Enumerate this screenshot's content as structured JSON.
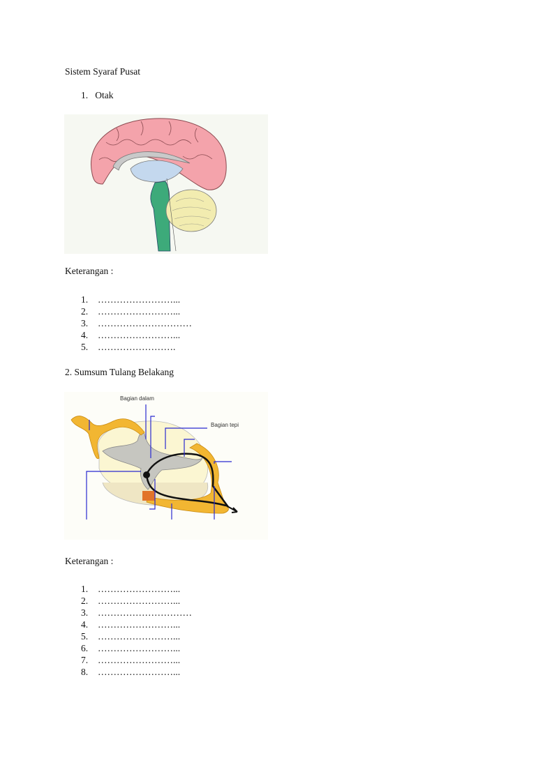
{
  "heading": "Sistem  Syaraf  Pusat",
  "section1": {
    "number": "1.",
    "title": "Otak"
  },
  "keterangan1": {
    "label": "Keterangan  :",
    "items": [
      {
        "num": "1.",
        "text": "……………………..."
      },
      {
        "num": "2.",
        "text": "……………………..."
      },
      {
        "num": "3.",
        "text": "…………………………"
      },
      {
        "num": "4.",
        "text": "……………………..."
      },
      {
        "num": "5.",
        "text": "……………………."
      }
    ]
  },
  "section2": {
    "title": "2. Sumsum  Tulang  Belakang"
  },
  "spinal_diagram": {
    "label_inner": "Bagian dalam",
    "label_outer": "Bagian tepi"
  },
  "keterangan2": {
    "label": "Keterangan  :",
    "items": [
      {
        "num": "1.",
        "text": "……………………..."
      },
      {
        "num": "2.",
        "text": "……………………..."
      },
      {
        "num": "3.",
        "text": "…………………………"
      },
      {
        "num": "4.",
        "text": "……………………..."
      },
      {
        "num": "5.",
        "text": "……………………..."
      },
      {
        "num": "6.",
        "text": "……………………..."
      },
      {
        "num": "7.",
        "text": "……………………..."
      },
      {
        "num": "8.",
        "text": "……………………..."
      }
    ]
  }
}
